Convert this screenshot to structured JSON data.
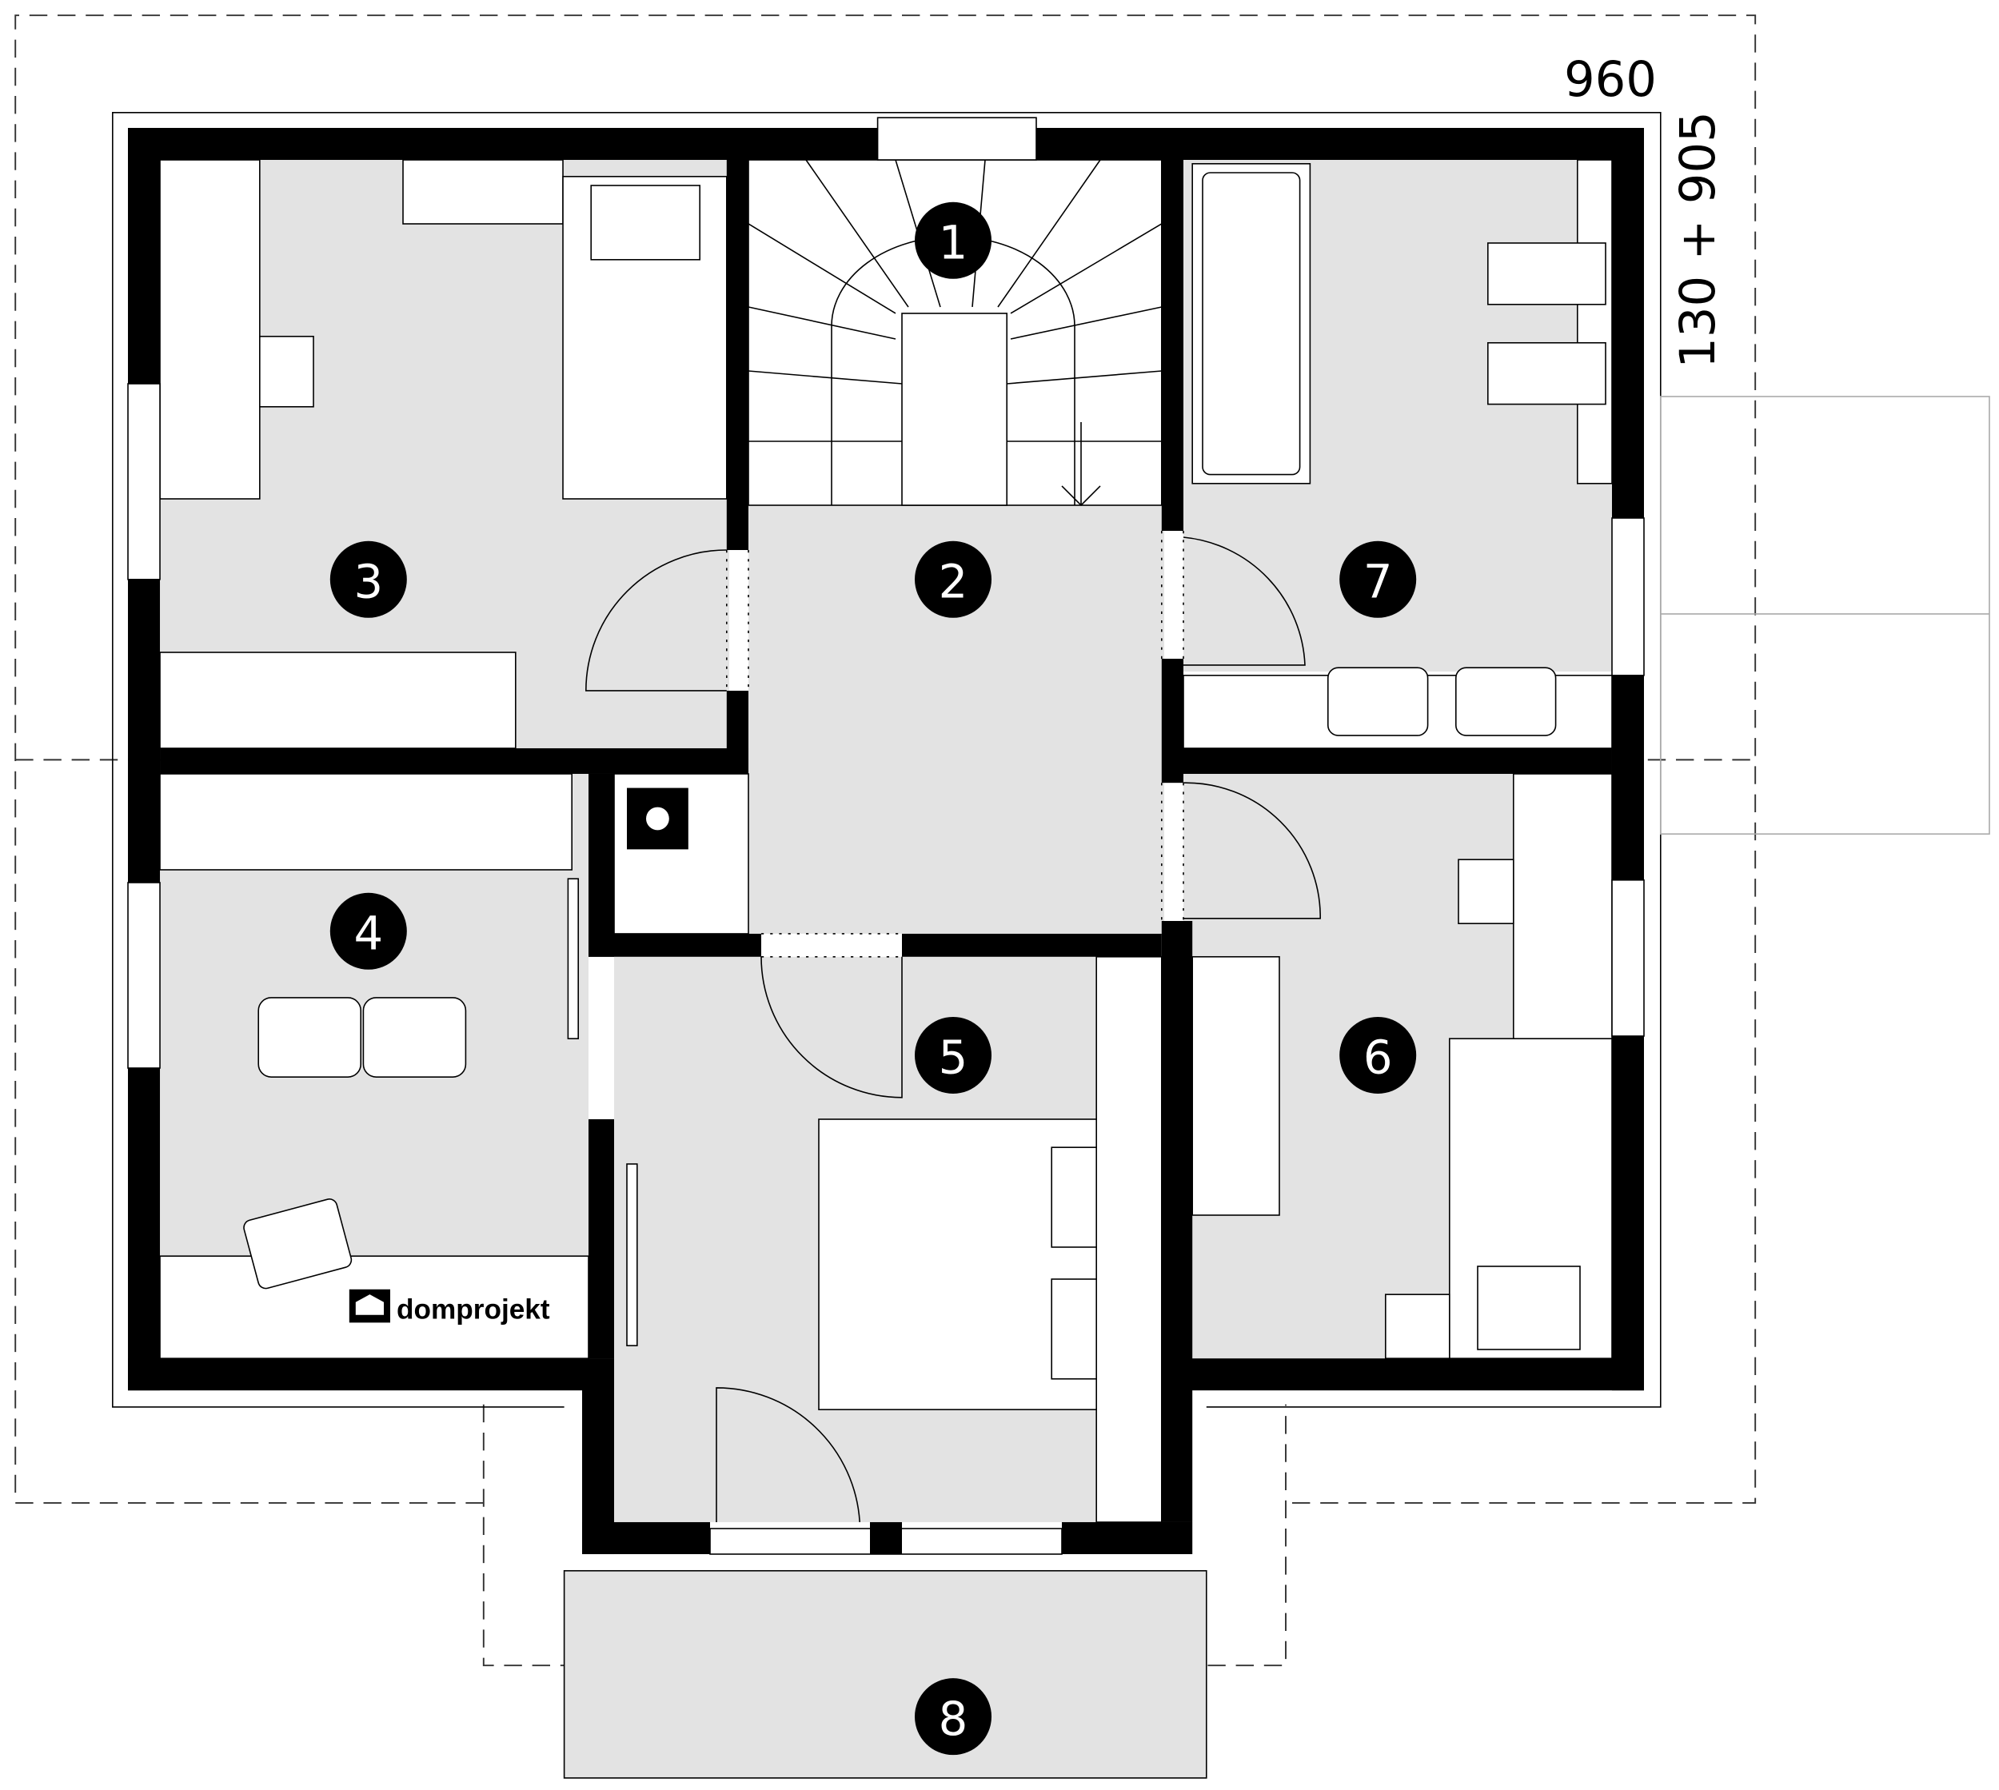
{
  "plan": {
    "dimension_width": "960",
    "dimension_depth": "130 + 905",
    "brand": "domprojekt",
    "floor_color": "#e3e3e3",
    "wall_color": "#000000",
    "rooms": [
      {
        "number": "1"
      },
      {
        "number": "2"
      },
      {
        "number": "3"
      },
      {
        "number": "4"
      },
      {
        "number": "5"
      },
      {
        "number": "6"
      },
      {
        "number": "7"
      },
      {
        "number": "8"
      }
    ]
  }
}
